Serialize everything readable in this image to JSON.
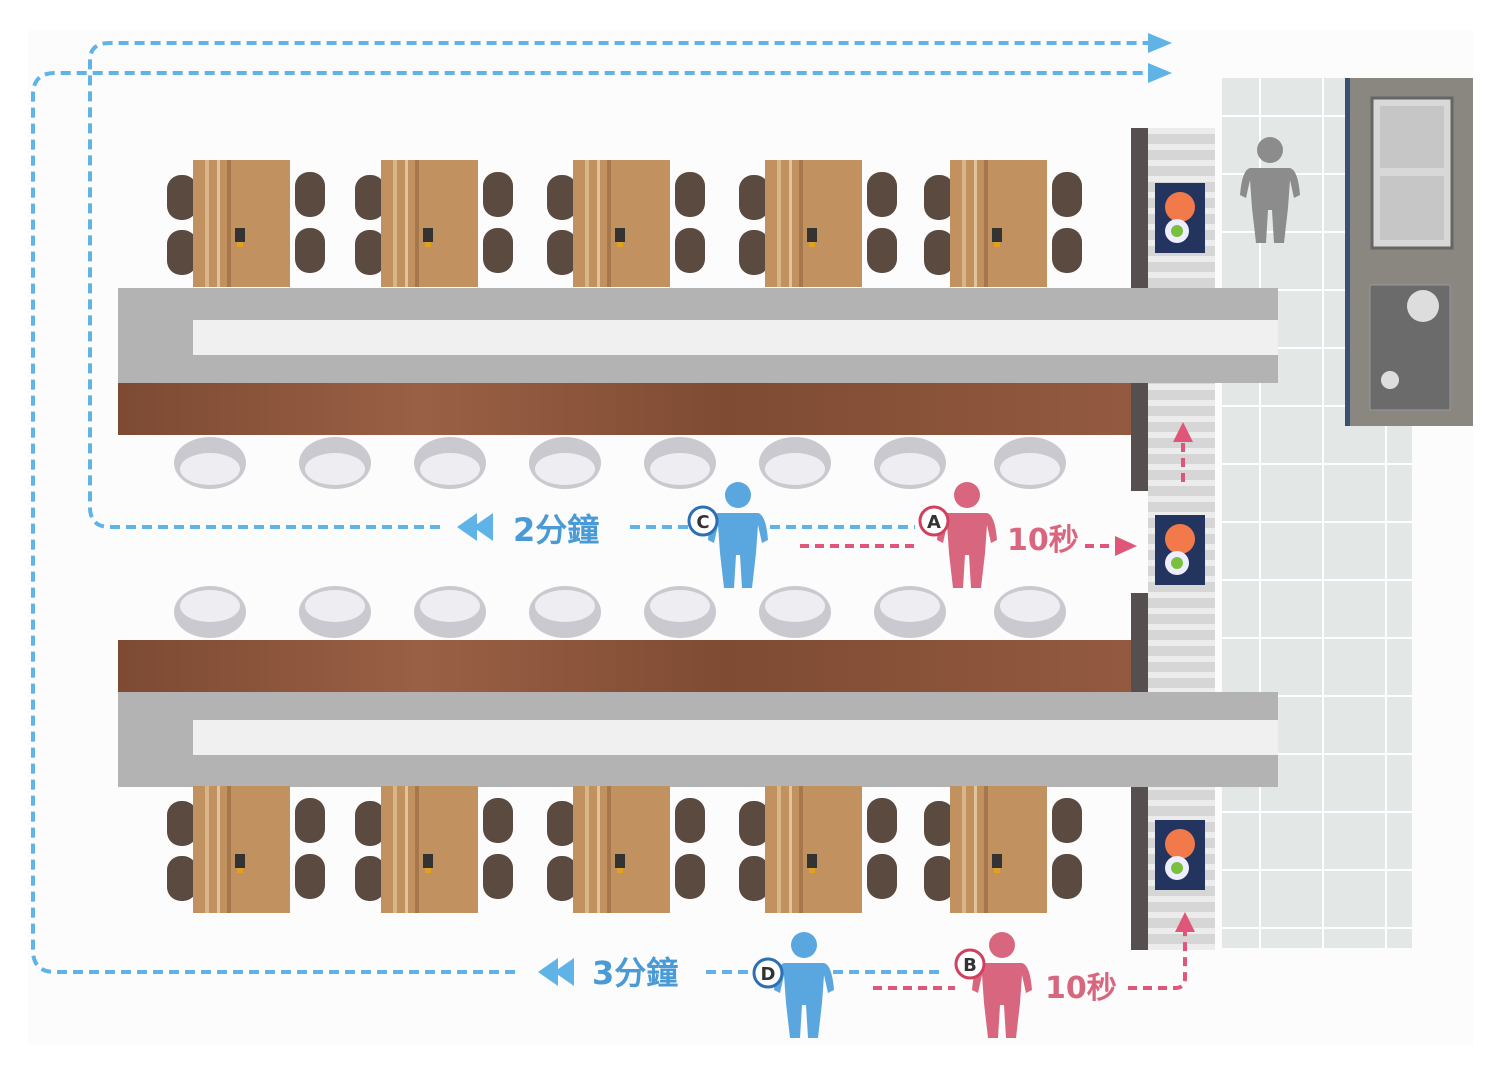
{
  "colors": {
    "blue": "#5fb3e6",
    "blue_text": "#4a9ad6",
    "red": "#e0567a",
    "pink_person": "#d9667f",
    "wood": "#b5835a",
    "bar_wood": "#8a4f35",
    "counter_gray": "#b3b3b3",
    "tile": "#e4e9e8"
  },
  "routes": [
    {
      "id": "C",
      "time_label": "2分鐘"
    },
    {
      "id": "A",
      "time_label": "10秒"
    },
    {
      "id": "D",
      "time_label": "3分鐘"
    },
    {
      "id": "B",
      "time_label": "10秒"
    }
  ],
  "markers": {
    "a": "A",
    "b": "B",
    "c": "C",
    "d": "D"
  }
}
